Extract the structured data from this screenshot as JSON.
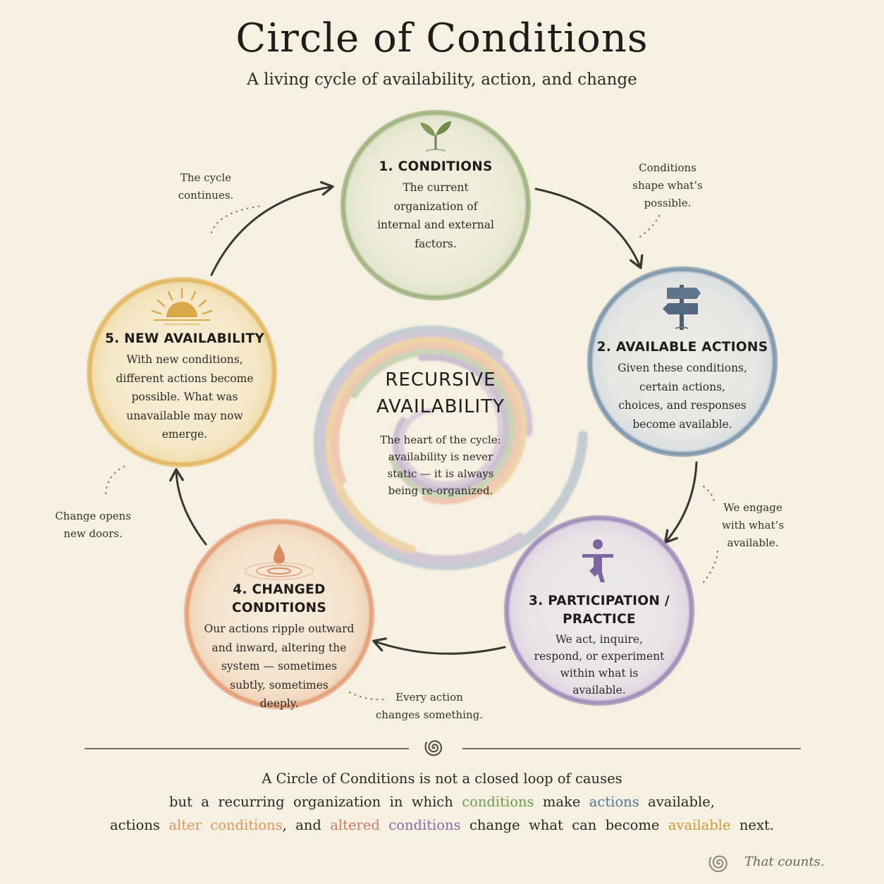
{
  "header": {
    "title": "Circle of Conditions",
    "subtitle": "A living cycle of availability, action, and change"
  },
  "stages": [
    {
      "heading": "1. CONDITIONS",
      "body": [
        "The current",
        "organization of",
        "internal and external",
        "factors."
      ],
      "icon": "sprout-icon",
      "color": "#7e9a5a"
    },
    {
      "heading": "2. AVAILABLE ACTIONS",
      "body": [
        "Given these conditions,",
        "certain actions,",
        "choices, and responses",
        "become available."
      ],
      "icon": "signpost-icon",
      "color": "#5a7a96"
    },
    {
      "heading": "3. PARTICIPATION /",
      "heading2": "PRACTICE",
      "body": [
        "We act, inquire,",
        "respond, or experiment",
        "within what is",
        "available."
      ],
      "icon": "balancing-figure-icon",
      "color": "#8a74a8"
    },
    {
      "heading": "4. CHANGED CONDITIONS",
      "body": [
        "Our actions ripple outward",
        "and inward, altering the",
        "system — sometimes",
        "subtly, sometimes",
        "deeply."
      ],
      "icon": "water-drop-ripple-icon",
      "color": "#d98a5e"
    },
    {
      "heading": "5. NEW AVAILABILITY",
      "body": [
        "With new conditions,",
        "different actions become",
        "possible. What was",
        "unavailable may now",
        "emerge."
      ],
      "icon": "sunrise-icon",
      "color": "#d9a848"
    }
  ],
  "center": {
    "title": [
      "RECURSIVE",
      "AVAILABILITY"
    ],
    "body": [
      "The heart of the cycle:",
      "availability is never",
      "static — it is always",
      "being re-organized."
    ]
  },
  "notes": {
    "cycle_continues": [
      "The cycle",
      "continues."
    ],
    "shape_possible": [
      "Conditions",
      "shape what’s",
      "possible."
    ],
    "engage": [
      "We engage",
      "with what’s",
      "available."
    ],
    "every_action": [
      "Every action",
      "changes something."
    ],
    "change_opens": [
      "Change opens",
      "new doors."
    ]
  },
  "closing": {
    "line1": "A  Circle  of  Conditions  is  not  a  closed  loop  of  causes",
    "line2": [
      {
        "text": "but  a  recurring  organization  in  which  ",
        "color": "#2a2622"
      },
      {
        "text": "conditions",
        "color": "#6e9a4e"
      },
      {
        "text": "  make  ",
        "color": "#2a2622"
      },
      {
        "text": "actions",
        "color": "#4f7796"
      },
      {
        "text": "  available,",
        "color": "#2a2622"
      }
    ],
    "line3": [
      {
        "text": "actions  ",
        "color": "#2a2622"
      },
      {
        "text": "alter  conditions",
        "color": "#e0955a"
      },
      {
        "text": ",  and  ",
        "color": "#2a2622"
      },
      {
        "text": "altered",
        "color": "#cc7a66"
      },
      {
        "text": "  ",
        "color": "#2a2622"
      },
      {
        "text": "conditions",
        "color": "#8a6aa8"
      },
      {
        "text": "  change  what  can  become  ",
        "color": "#2a2622"
      },
      {
        "text": "available",
        "color": "#c99a38"
      },
      {
        "text": "  next.",
        "color": "#2a2622"
      }
    ]
  },
  "signoff": "That counts.",
  "colors": {
    "background": "#f6f0e2",
    "ink": "#2a2622",
    "arrow": "#3a3632"
  }
}
